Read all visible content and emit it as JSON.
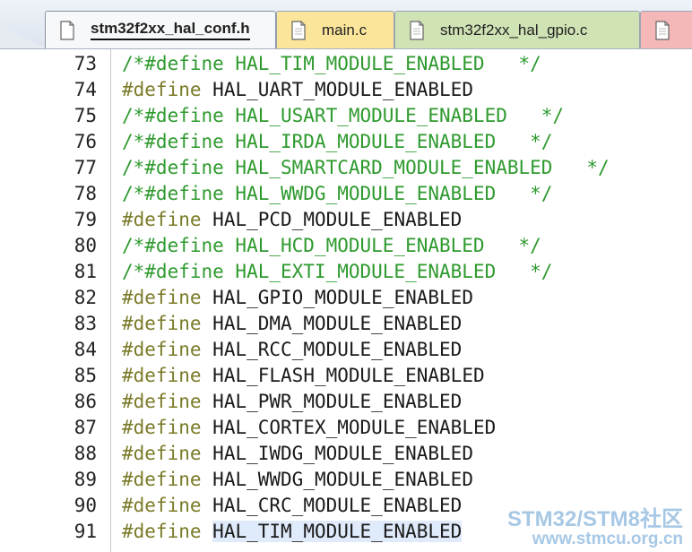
{
  "tabs": [
    {
      "label": "stm32f2xx_hal_conf.h",
      "active": true,
      "color": "#f7f8fa"
    },
    {
      "label": "main.c",
      "active": false,
      "color": "#fbe59a"
    },
    {
      "label": "stm32f2xx_hal_gpio.c",
      "active": false,
      "color": "#cfe3b4"
    },
    {
      "label": "",
      "active": false,
      "color": "#f4b8b8"
    }
  ],
  "lines": [
    {
      "num": "73",
      "type": "comment",
      "text": "/*#define HAL_TIM_MODULE_ENABLED   */"
    },
    {
      "num": "74",
      "type": "define",
      "ident": "HAL_UART_MODULE_ENABLED"
    },
    {
      "num": "75",
      "type": "comment",
      "text": "/*#define HAL_USART_MODULE_ENABLED   */"
    },
    {
      "num": "76",
      "type": "comment",
      "text": "/*#define HAL_IRDA_MODULE_ENABLED   */"
    },
    {
      "num": "77",
      "type": "comment",
      "text": "/*#define HAL_SMARTCARD_MODULE_ENABLED   */"
    },
    {
      "num": "78",
      "type": "comment",
      "text": "/*#define HAL_WWDG_MODULE_ENABLED   */"
    },
    {
      "num": "79",
      "type": "define",
      "ident": "HAL_PCD_MODULE_ENABLED"
    },
    {
      "num": "80",
      "type": "comment",
      "text": "/*#define HAL_HCD_MODULE_ENABLED   */"
    },
    {
      "num": "81",
      "type": "comment",
      "text": "/*#define HAL_EXTI_MODULE_ENABLED   */"
    },
    {
      "num": "82",
      "type": "define",
      "ident": "HAL_GPIO_MODULE_ENABLED"
    },
    {
      "num": "83",
      "type": "define",
      "ident": "HAL_DMA_MODULE_ENABLED"
    },
    {
      "num": "84",
      "type": "define",
      "ident": "HAL_RCC_MODULE_ENABLED"
    },
    {
      "num": "85",
      "type": "define",
      "ident": "HAL_FLASH_MODULE_ENABLED"
    },
    {
      "num": "86",
      "type": "define",
      "ident": "HAL_PWR_MODULE_ENABLED"
    },
    {
      "num": "87",
      "type": "define",
      "ident": "HAL_CORTEX_MODULE_ENABLED"
    },
    {
      "num": "88",
      "type": "define",
      "ident": "HAL_IWDG_MODULE_ENABLED"
    },
    {
      "num": "89",
      "type": "define",
      "ident": "HAL_WWDG_MODULE_ENABLED"
    },
    {
      "num": "90",
      "type": "define",
      "ident": "HAL_CRC_MODULE_ENABLED"
    },
    {
      "num": "91",
      "type": "define",
      "ident": "HAL_TIM_MODULE_ENABLED",
      "highlight": true
    }
  ],
  "keyword": "#define",
  "watermark": {
    "line1": "STM32/STM8社区",
    "line2": "www.stmcu.org.cn"
  },
  "colors": {
    "comment": "#2e9a2e",
    "keyword": "#7a7a28",
    "identifier": "#1a1a1a",
    "highlight": "#dfeafa"
  },
  "icons": {
    "tab": "file-icon"
  }
}
